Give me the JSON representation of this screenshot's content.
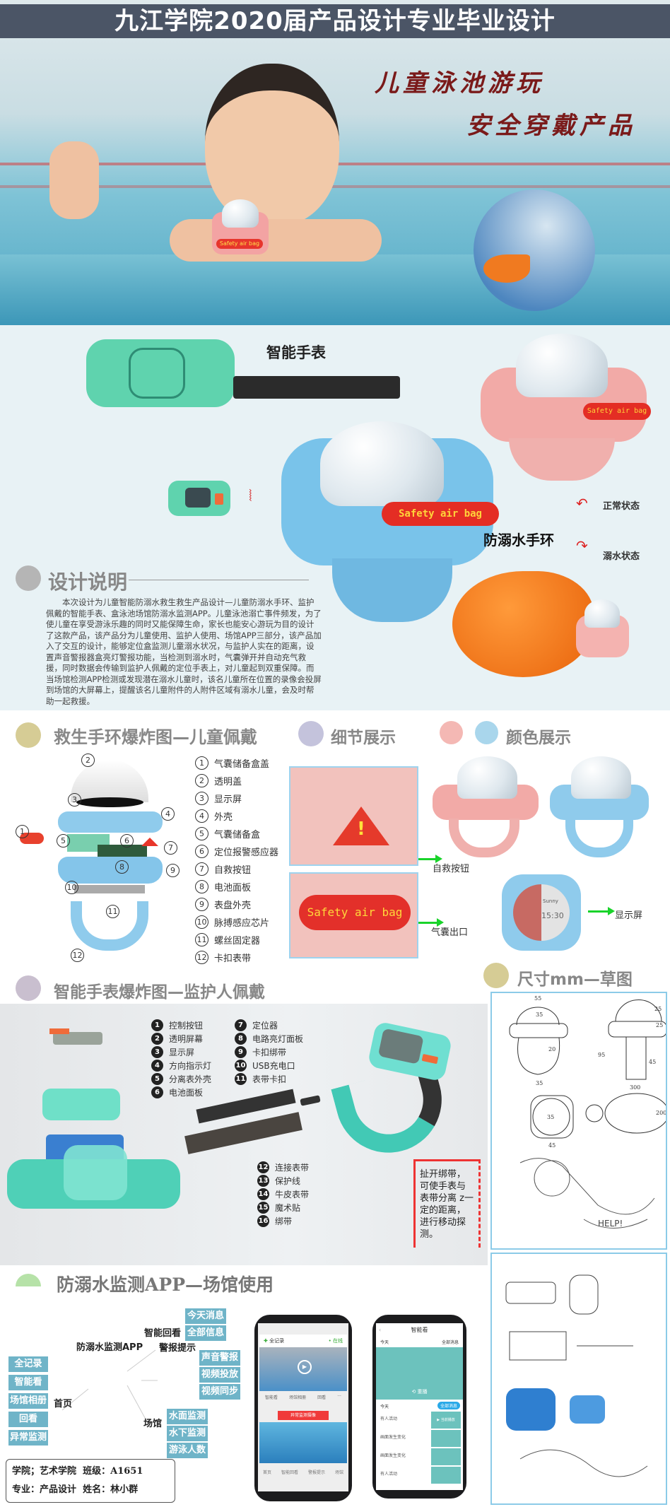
{
  "header": {
    "title": "九江学院2020届产品设计专业毕业设计"
  },
  "hero": {
    "slogan_line1": "儿童泳池游玩",
    "slogan_line2": "安全穿戴产品",
    "band_text": "Safety air bag"
  },
  "product": {
    "smartwatch_label": "智能手表",
    "bracelet_label": "防溺水手环",
    "airbag_text": "Safety air bag",
    "states": {
      "normal": "正常状态",
      "drowning": "溺水状态"
    }
  },
  "design_notes": {
    "title": "设计说明",
    "body": "本次设计为儿童智能防溺水救生救生产品设计—儿童防溺水手环、监护佩戴的智能手表、盒泳池场馆防溺水监测APP。儿童泳池溺亡事件频发，为了使儿童在享受游泳乐趣的同时又能保障生命，家长也能安心游玩为目的设计了这款产品，该产品分为儿童使用、监护人使用、场馆APP三部分，该产品加入了交互的设计，能够定位盒监测儿童溺水状况，与监护人实在的距离，设置声音警报器盒亮灯警报功能，当检测到溺水时，气囊弹开并自动充气救援，同时数据会传输到监护人佩戴的定位手表上，对儿童起到双重保障。而当场馆检测APP检测或发现潜在溺水儿童时，该名儿童所在位置的录像会投屏到场馆的大屏幕上，提醒该名儿童附件的人附件区域有溺水儿童，会及时帮助一起救援。"
  },
  "bracelet_exploded": {
    "title": "救生手环爆炸图—儿童佩戴",
    "parts": [
      {
        "num": "1",
        "name": "气囊储备盒盖"
      },
      {
        "num": "2",
        "name": "透明盖"
      },
      {
        "num": "3",
        "name": "显示屏"
      },
      {
        "num": "4",
        "name": "外壳"
      },
      {
        "num": "5",
        "name": "气囊储备盒"
      },
      {
        "num": "6",
        "name": "定位报警感应器"
      },
      {
        "num": "7",
        "name": "自救按钮"
      },
      {
        "num": "8",
        "name": "电池面板"
      },
      {
        "num": "9",
        "name": "表盘外壳"
      },
      {
        "num": "10",
        "name": "脉搏感应芯片"
      },
      {
        "num": "11",
        "name": "螺丝固定器"
      },
      {
        "num": "12",
        "name": "卡扣表带"
      }
    ]
  },
  "details": {
    "title": "细节展示",
    "button_label": "自救按钮",
    "outlet_label": "气囊出口",
    "airbag_text": "Safety air bag",
    "screen_label": "显示屏",
    "screen_time": "15:30",
    "screen_weather": "Sunny"
  },
  "colors": {
    "title": "颜色展示",
    "swatches": [
      "#f4b8b4",
      "#a9d6ec"
    ]
  },
  "dimensions": {
    "title": "尺寸mm—草图",
    "values": [
      "55",
      "35",
      "20",
      "35",
      "95",
      "25",
      "25",
      "45",
      "35",
      "45",
      "300",
      "200"
    ],
    "sketch_text": "HELP!"
  },
  "watch_exploded": {
    "title": "智能手表爆炸图—监护人佩戴",
    "parts": [
      {
        "num": "1",
        "name": "控制按钮"
      },
      {
        "num": "2",
        "name": "透明屏幕"
      },
      {
        "num": "3",
        "name": "显示屏"
      },
      {
        "num": "4",
        "name": "方向指示灯"
      },
      {
        "num": "5",
        "name": "分离表外壳"
      },
      {
        "num": "6",
        "name": "电池面板"
      },
      {
        "num": "7",
        "name": "定位器"
      },
      {
        "num": "8",
        "name": "电路亮灯面板"
      },
      {
        "num": "9",
        "name": "卡扣绑带"
      },
      {
        "num": "10",
        "name": "USB充电口"
      },
      {
        "num": "11",
        "name": "表带卡扣"
      },
      {
        "num": "12",
        "name": "连接表带"
      },
      {
        "num": "13",
        "name": "保护线"
      },
      {
        "num": "14",
        "name": "牛皮表带"
      },
      {
        "num": "15",
        "name": "魔术贴"
      },
      {
        "num": "16",
        "name": "绑带"
      }
    ],
    "note": "扯开绑带，可使手表与表带分离 z一定的距离，进行移动探测。"
  },
  "app": {
    "title": "防溺水监测APP—场馆使用",
    "root": "防溺水监测APP",
    "home": {
      "label": "首页",
      "items": [
        "全记录",
        "智能看",
        "场馆相册",
        "回看",
        "异常监测"
      ]
    },
    "replay": {
      "label": "智能回看",
      "items": [
        "今天消息",
        "全部信息"
      ]
    },
    "alert": {
      "label": "警报提示",
      "items": [
        "声音警报",
        "视频投放",
        "视频同步"
      ]
    },
    "venue": {
      "label": "场馆",
      "items": [
        "水面监测",
        "水下监测",
        "游泳人数"
      ]
    },
    "phone1": {
      "header_left": "全记录",
      "header_right": "• 在线",
      "icons": [
        "智能看",
        "场馆相册",
        "回看",
        "···"
      ],
      "alert_button": "异常监测摄像",
      "tabs": [
        "首页",
        "智能回看",
        "警报提示",
        "场馆"
      ]
    },
    "phone2": {
      "title": "智能看",
      "today": "今天",
      "filter": "全部消息",
      "replay": "重播",
      "list_title": "今天",
      "list_badge": "全部消息",
      "items": [
        "有人活动",
        "画面发生变化",
        "画面发生变化",
        "有人活动"
      ],
      "play_label": "▶ 当前播放"
    }
  },
  "student": {
    "college_label": "学院；",
    "college": "艺术学院",
    "class_label": "班级：",
    "class": "A1651",
    "major_label": "专业：",
    "major": "产品设计",
    "name_label": "姓名：",
    "name": "林小群"
  }
}
